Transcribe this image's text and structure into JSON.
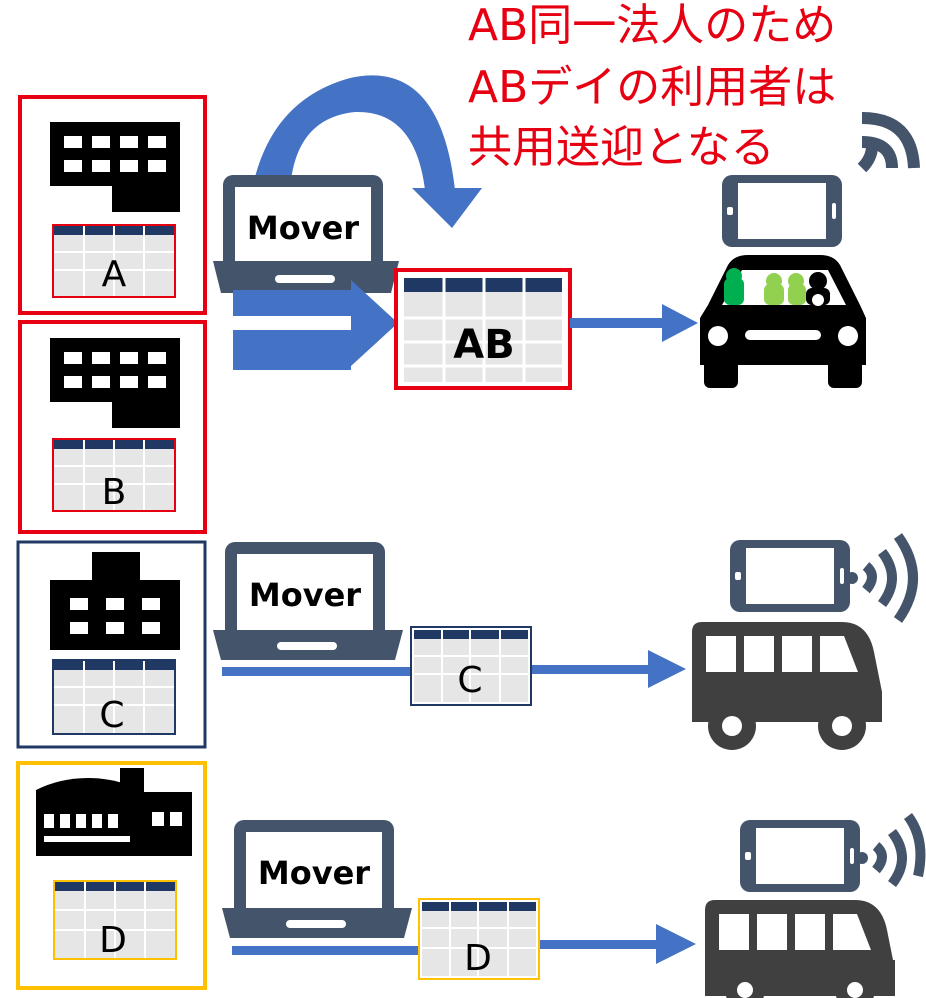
{
  "note": {
    "lines": [
      "AB同一法人のため",
      "ABデイの利用者は",
      "共用送迎となる"
    ]
  },
  "facilities": {
    "a": {
      "sheet": "A"
    },
    "b": {
      "sheet": "B"
    },
    "c": {
      "sheet": "C"
    },
    "d": {
      "sheet": "D"
    }
  },
  "mover": {
    "top": "Mover",
    "middle": "Mover",
    "bottom": "Mover"
  },
  "merged_sheet": "AB",
  "sheets": {
    "c": "C",
    "d": "D"
  },
  "colors": {
    "red": "#e60012",
    "navy": "#1f3864",
    "gold": "#ffc000",
    "arrow": "#4472c4",
    "laptop": "#44546a",
    "black": "#000000",
    "vehicle": "#404040"
  },
  "icons": [
    "building-icon",
    "spreadsheet-icon",
    "laptop-icon",
    "curved-arrow-icon",
    "tablet-icon",
    "wifi-icon",
    "car-icon",
    "bus-icon",
    "school-icon"
  ]
}
